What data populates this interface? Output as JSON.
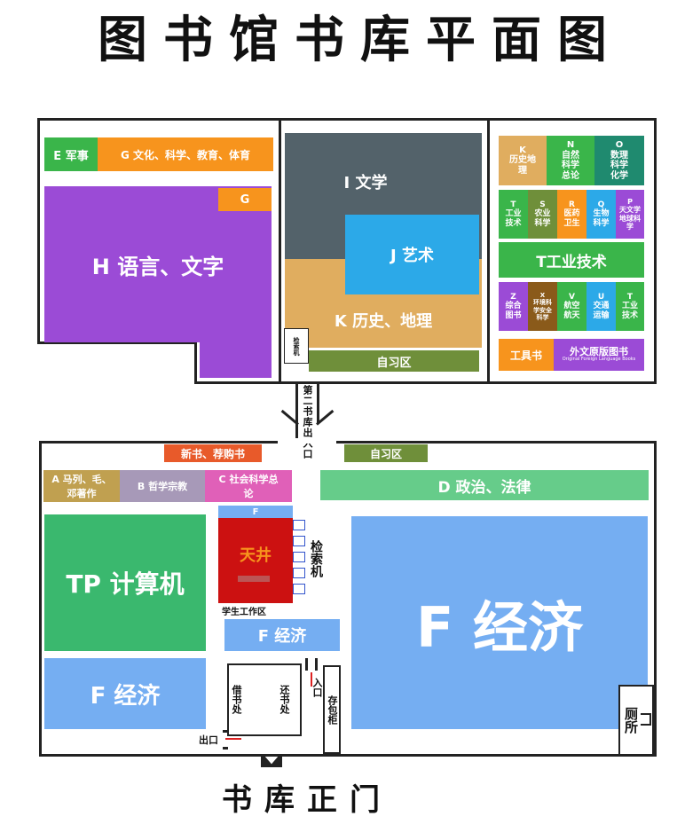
{
  "title": "图书馆书库平面图",
  "footer": "书库正门",
  "colors": {
    "orange": "#f7941d",
    "green": "#3ab54a",
    "purple": "#9b4bd6",
    "slate": "#53626a",
    "sky": "#2ca9e8",
    "tan": "#e0ad5f",
    "olive": "#6f8f3a",
    "lightblue": "#75aef2",
    "mint": "#66cc8a",
    "red": "#cc1111"
  },
  "upper": {
    "e": "E 军事",
    "g_top": "G 文化、科学、教育、体育",
    "g_small": "G",
    "h": "H 语言、文字",
    "i": "I 文学",
    "j": "J 艺术",
    "k": "K 历史、地理",
    "selfstudy": "自习区",
    "catalog": "检索机",
    "exit_label": "第二书库出入口",
    "right": {
      "row1": [
        {
          "code": "K",
          "name": "历史地理"
        },
        {
          "code": "N",
          "name": "自然科学总论"
        },
        {
          "code": "O",
          "name": "数理科学化学"
        }
      ],
      "row2": [
        {
          "code": "T",
          "name": "工业技术"
        },
        {
          "code": "S",
          "name": "农业科学"
        },
        {
          "code": "R",
          "name": "医药卫生"
        },
        {
          "code": "Q",
          "name": "生物科学"
        },
        {
          "code": "P",
          "name": "天文学地球科学"
        }
      ],
      "t_big": "T工业技术",
      "row4": [
        {
          "code": "Z",
          "name": "综合图书"
        },
        {
          "code": "X",
          "name": "环境科学安全科学"
        },
        {
          "code": "V",
          "name": "航空航天"
        },
        {
          "code": "U",
          "name": "交通运输"
        },
        {
          "code": "T",
          "name": "工业技术"
        }
      ],
      "tools": "工具书",
      "foreign": "外文原版图书",
      "foreign_en": "Original Foreign Language Books"
    }
  },
  "lower": {
    "newbooks": "新书、荐购书",
    "selfstudy": "自习区",
    "a": "A 马列、毛、邓著作",
    "b": "B 哲学宗教",
    "c": "C 社会科学总论",
    "d": "D 政治、法律",
    "tp": "TP 计算机",
    "f_left": "F 经济",
    "f_small": "F",
    "atrium": "天井",
    "catalog": "检索机",
    "student": "学生工作区",
    "f_mid": "F 经济",
    "f_big": "F 经济",
    "borrow": "借书处",
    "return": "还书处",
    "locker": "存包柜",
    "entrance": "入口",
    "exit": "出口",
    "toilet": "厕所"
  }
}
